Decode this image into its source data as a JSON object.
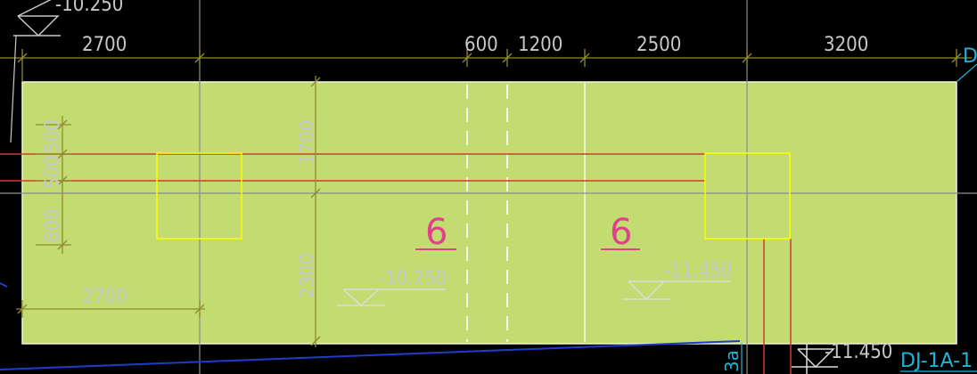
{
  "colors": {
    "background": "#000000",
    "slab_fill": "#c3dc72",
    "slab_edge": "#f0f5dc",
    "dim_line": "#8c8c30",
    "red_line": "#d23a2a",
    "yellow": "#ffff00",
    "axis_gray": "#8c8c8c",
    "magenta": "#e0408c",
    "cyan": "#20b4d4",
    "text_gray": "#c8c8c8",
    "blue": "#1e3cc8"
  },
  "top_labels": {
    "level_top": "-10.250",
    "d_marker": "D"
  },
  "top_dims": [
    "2700",
    "600",
    "1200",
    "2500",
    "3200"
  ],
  "left_dims": [
    "500",
    "500",
    "800"
  ],
  "inner_dims": {
    "v_upper": "1700",
    "v_lower": "2300",
    "h_bottom": "2700"
  },
  "regions": {
    "left_number": "6",
    "right_number": "6"
  },
  "levels": {
    "left": "-10.250",
    "right": "-11.450",
    "bottom": "-11.450"
  },
  "bottom_labels": {
    "vertical_tag": "3a",
    "foundation": "DJ-1A-1"
  }
}
